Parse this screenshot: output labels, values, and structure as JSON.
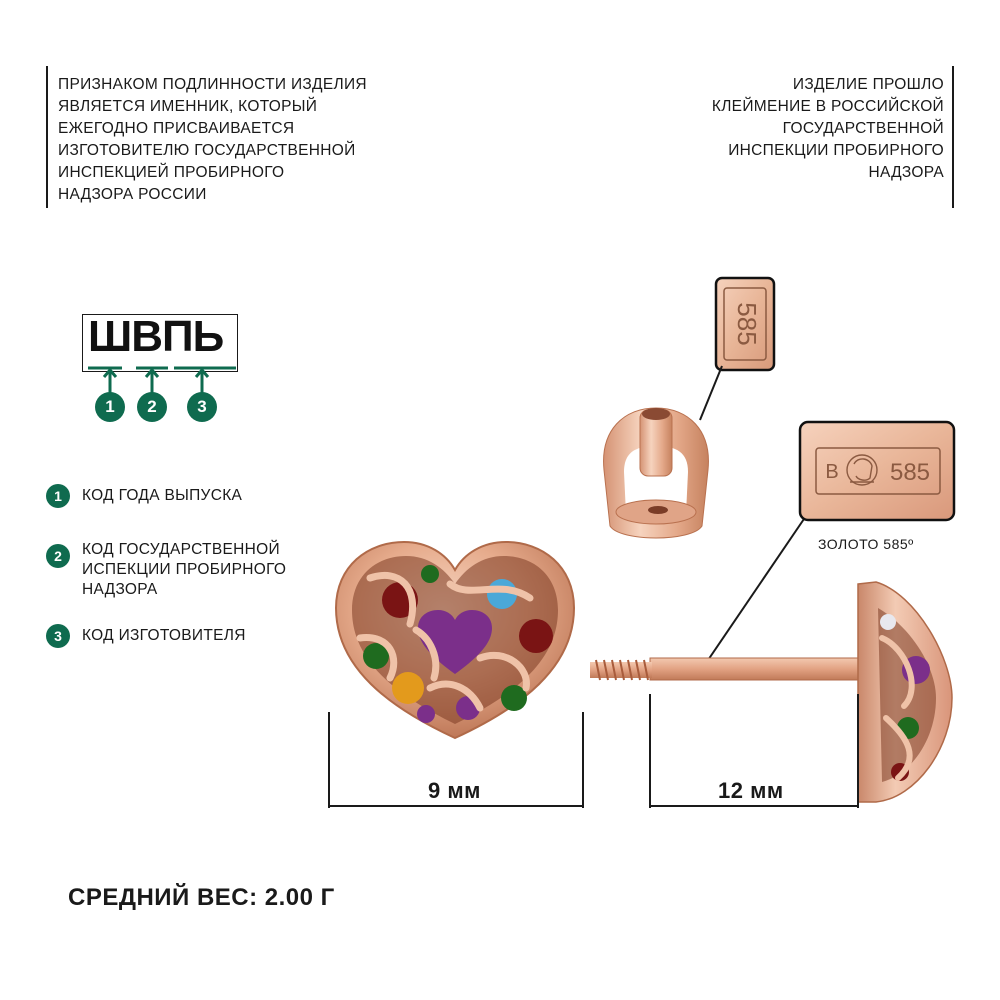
{
  "intro_left": "ПРИЗНАКОМ ПОДЛИННОСТИ ИЗДЕЛИЯ\nЯВЛЯЕТСЯ ИМЕННИК, КОТОРЫЙ\nЕЖЕГОДНО ПРИСВАИВАЕТСЯ\nИЗГОТОВИТЕЛЮ ГОСУДАРСТВЕННОЙ\nИНСПЕКЦИЕЙ ПРОБИРНОГО\nНАДЗОРА РОССИИ",
  "intro_right": "ИЗДЕЛИЕ ПРОШЛО\nКЛЕЙМЕНИЕ В РОССИЙСКОЙ\nГОСУДАРСТВЕННОЙ\nИНСПЕКЦИИ ПРОБИРНОГО\nНАДЗОРА",
  "hallmark_code": "ШВПЬ",
  "markers": [
    "1",
    "2",
    "3"
  ],
  "legend": [
    {
      "num": "1",
      "text": "КОД ГОДА ВЫПУСКА"
    },
    {
      "num": "2",
      "text": "КОД ГОСУДАРСТВЕННОЙ\nИСПЕКЦИИ ПРОБИРНОГО\nНАДЗОРА"
    },
    {
      "num": "3",
      "text": "КОД ИЗГОТОВИТЕЛЯ"
    }
  ],
  "stamp_585": "585",
  "assay_stamp": {
    "letter": "В",
    "fineness": "585"
  },
  "gold_label": "ЗОЛОТО 585º",
  "dimensions": {
    "width": "9 мм",
    "length": "12 мм"
  },
  "weight": "СРЕДНИЙ ВЕС: 2.00 г",
  "colors": {
    "accent_green": "#0f6b4f",
    "gold": "#e3a987",
    "garnet": "#7a1414",
    "amethyst": "#7b2f8a",
    "topaz": "#4aa8d8",
    "citrine": "#e39a1c",
    "chrome_diopside": "#1f6b1f"
  }
}
